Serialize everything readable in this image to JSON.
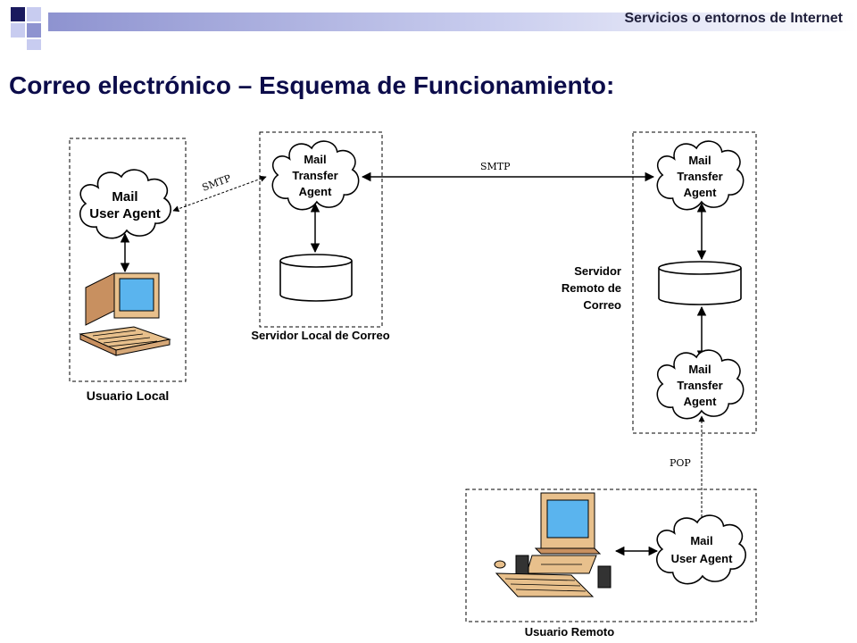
{
  "header": {
    "title": "Servicios o entornos de Internet",
    "accent_colors": [
      "#1a1a5e",
      "#9aa0d8",
      "#c8ccf0"
    ]
  },
  "slide": {
    "title": "Correo electrónico – Esquema de Funcionamiento:"
  },
  "diagram": {
    "local_user": {
      "agent_line1": "Mail",
      "agent_line2": "User Agent",
      "box_label": "Usuario Local"
    },
    "local_server": {
      "agent_line1": "Mail",
      "agent_line2": "Transfer",
      "agent_line3": "Agent",
      "box_label": "Servidor Local de Correo"
    },
    "remote_server": {
      "agent_top_line1": "Mail",
      "agent_top_line2": "Transfer",
      "agent_top_line3": "Agent",
      "agent_bottom_line1": "Mail",
      "agent_bottom_line2": "Transfer",
      "agent_bottom_line3": "Agent",
      "label_line1": "Servidor",
      "label_line2": "Remoto de",
      "label_line3": "Correo"
    },
    "remote_user": {
      "agent_line1": "Mail",
      "agent_line2": "User Agent",
      "box_label": "Usuario Remoto"
    },
    "protocols": {
      "smtp_local": "SMTP",
      "smtp_remote": "SMTP",
      "pop": "POP"
    }
  }
}
